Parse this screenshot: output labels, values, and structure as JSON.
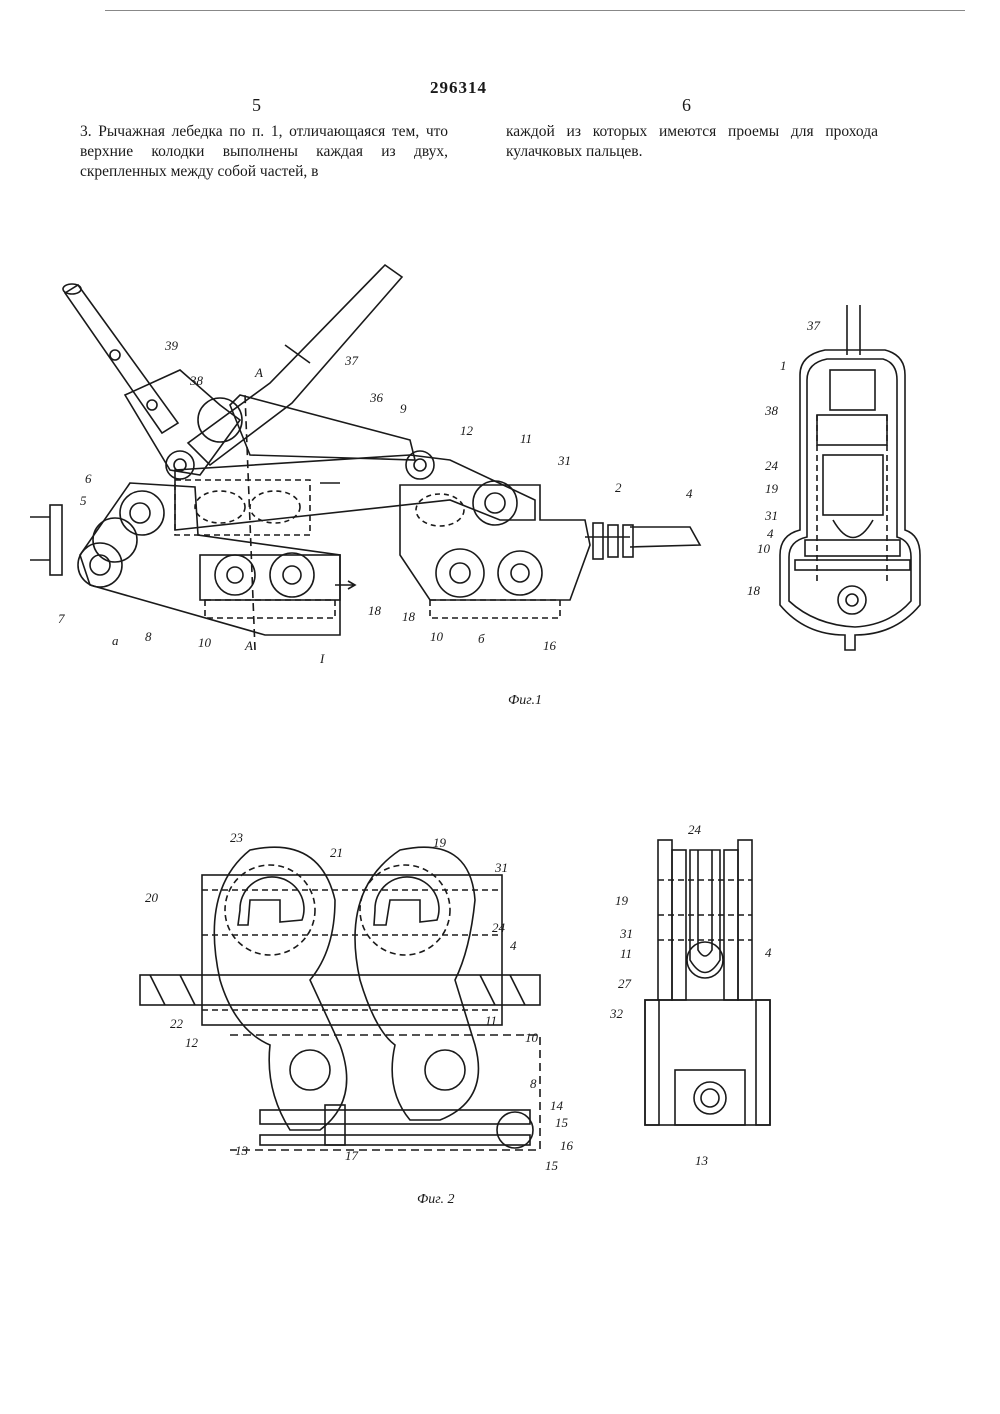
{
  "patent_number": "296314",
  "column_numbers": {
    "left": "5",
    "right": "6"
  },
  "text": {
    "left": "3. Рычажная лебедка по п. 1, отличающаяся тем, что верхние колодки выполнены каждая из двух, скрепленных между собой частей, в",
    "right": "каждой из которых имеются проемы для прохода кулачковых пальцев."
  },
  "figures": {
    "fig1": {
      "caption": "Фиг.1",
      "labels": [
        "39",
        "37",
        "38",
        "36",
        "9",
        "12",
        "11",
        "31",
        "2",
        "4",
        "6",
        "5",
        "7",
        "a",
        "8",
        "10",
        "18",
        "A",
        "A",
        "I",
        "18",
        "10",
        "б",
        "16"
      ]
    },
    "fig1_section": {
      "labels": [
        "37",
        "1",
        "38",
        "24",
        "19",
        "31",
        "4",
        "10",
        "18"
      ]
    },
    "fig2": {
      "caption": "Фиг. 2",
      "labels": [
        "23",
        "21",
        "19",
        "31",
        "20",
        "24",
        "4",
        "22",
        "11",
        "10",
        "12",
        "8",
        "14",
        "15",
        "16",
        "13",
        "17",
        "15"
      ]
    },
    "fig2_section": {
      "labels": [
        "24",
        "19",
        "31",
        "11",
        "27",
        "4",
        "32",
        "13"
      ]
    }
  }
}
